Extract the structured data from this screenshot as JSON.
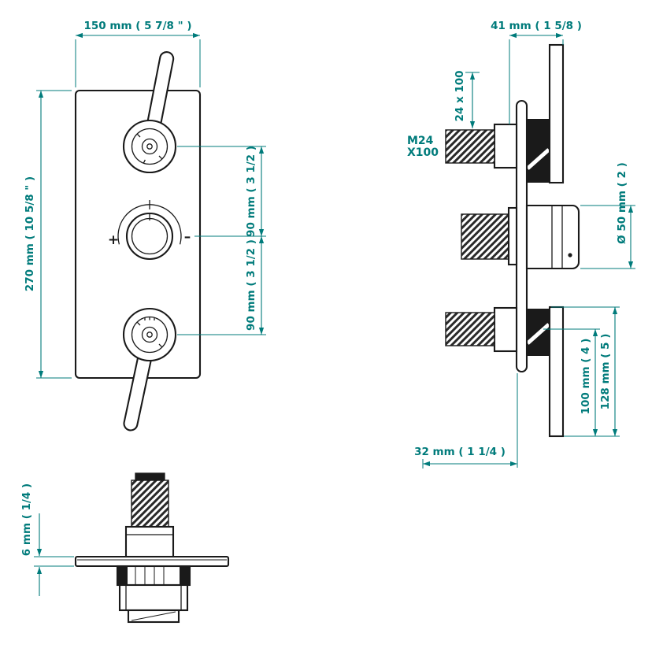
{
  "meta": {
    "accent_color": "#007b7b",
    "line_color": "#1a1a1a",
    "background": "#ffffff"
  },
  "front_view": {
    "width_dim": "150 mm ( 5 7/8 \" )",
    "height_dim": "270 mm ( 10 5/8 \" )",
    "upper_spacing_dim": "90 mm ( 3 1/2 )",
    "lower_spacing_dim": "90 mm ( 3 1/2 )",
    "plus_label": "+",
    "minus_label": "–"
  },
  "side_view": {
    "bracket_offset_dim": "41 mm ( 1 5/8 )",
    "thread_length_dim": "24 x 100",
    "thread_label_line1": "M24",
    "thread_label_line2": "X100",
    "cartridge_diameter_dim": "Ø 50 mm ( 2 )",
    "lower_offset_dim": "100 mm ( 4 )",
    "bracket_height_dim": "128 mm ( 5 )",
    "depth_dim": "32 mm ( 1 1/4 )"
  },
  "section_view": {
    "plate_thickness_dim": "6 mm ( 1/4 )"
  }
}
